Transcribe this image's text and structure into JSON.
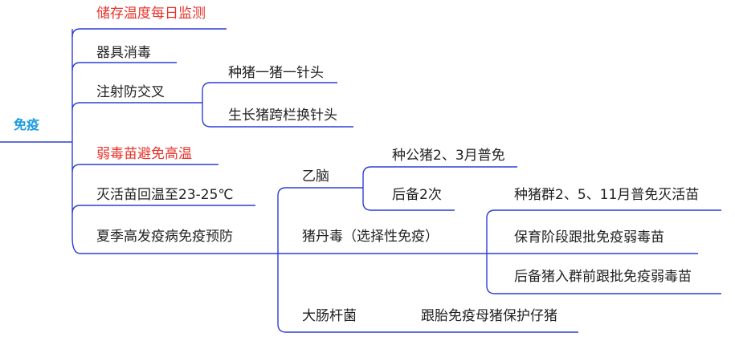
{
  "root": {
    "label": "免疫",
    "color": "#1a9be0"
  },
  "line_color": "#2f3fd6",
  "highlight_color": "#e8322b",
  "branches": [
    {
      "label": "储存温度每日监测",
      "highlight": true
    },
    {
      "label": "器具消毒"
    },
    {
      "label": "注射防交叉",
      "children": [
        {
          "label": "种猪一猪一针头"
        },
        {
          "label": "生长猪跨栏换针头"
        }
      ]
    },
    {
      "label": "弱毒苗避免高温",
      "highlight": true
    },
    {
      "label": "灭活苗回温至23-25℃"
    },
    {
      "label": "夏季高发疫病免疫预防",
      "children": [
        {
          "label": "乙脑",
          "children": [
            {
              "label": "种公猪2、3月普免"
            },
            {
              "label": "后备2次"
            }
          ]
        },
        {
          "label": "猪丹毒（选择性免疫）",
          "children": [
            {
              "label": "种猪群2、5、11月普免灭活苗"
            },
            {
              "label": "保育阶段跟批免疫弱毒苗"
            },
            {
              "label": "后备猪入群前跟批免疫弱毒苗"
            }
          ]
        },
        {
          "label": "大肠杆菌",
          "children": [
            {
              "label": "跟胎免疫母猪保护仔猪"
            }
          ]
        }
      ]
    }
  ]
}
